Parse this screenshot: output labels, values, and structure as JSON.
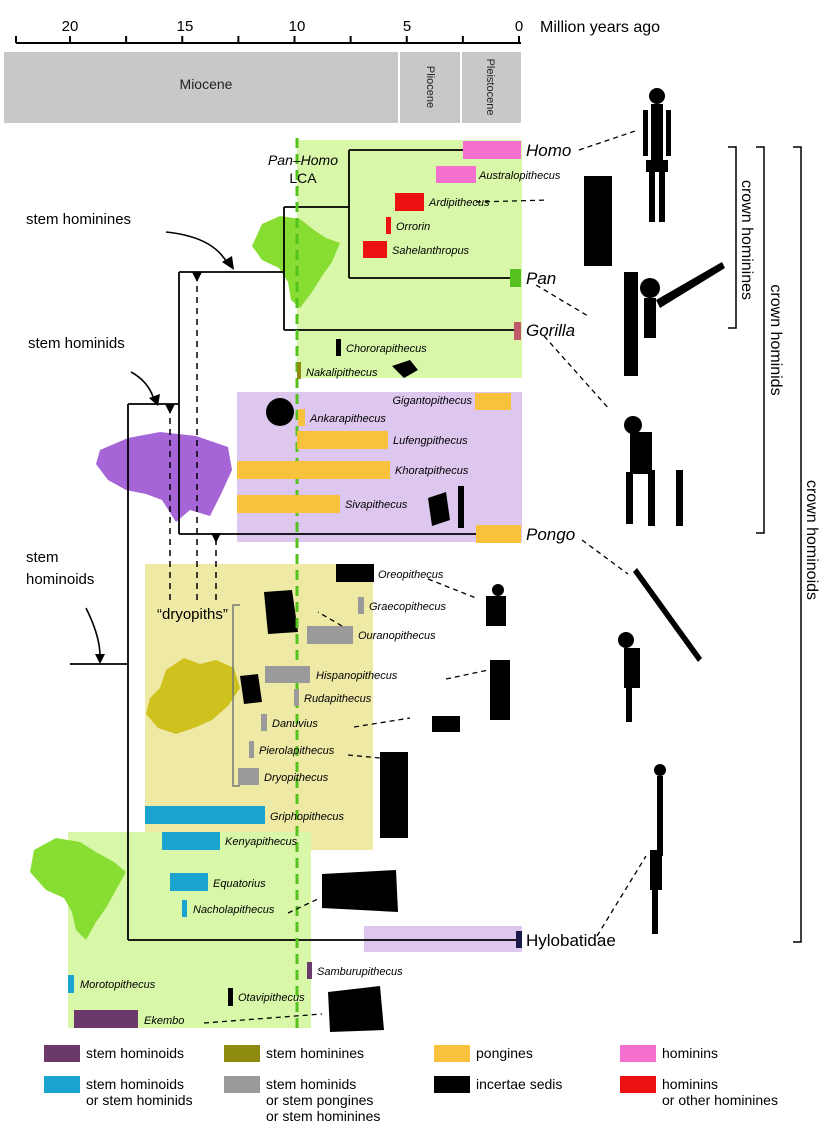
{
  "axis": {
    "title": "Million years ago",
    "ticks": [
      "20",
      "15",
      "10",
      "5",
      "0"
    ]
  },
  "epochs": {
    "miocene": "Miocene",
    "pliocene": "Pliocene",
    "pleistocene": "Pleistocene"
  },
  "annotations": {
    "lca_line1": "Pan–Homo",
    "lca_line2": "LCA",
    "stem_hominines": "stem hominines",
    "stem_hominids": "stem hominids",
    "stem_hominoids_1": "stem",
    "stem_hominoids_2": "hominoids",
    "dryopiths": "“dryopiths”"
  },
  "clades": {
    "homo": "Homo",
    "pan": "Pan",
    "gorilla": "Gorilla",
    "pongo": "Pongo",
    "hylobatidae": "Hylobatidae"
  },
  "side_labels": {
    "crown_hominines": "crown hominines",
    "crown_hominids": "crown hominids",
    "crown_hominoids": "crown hominoids"
  },
  "taxa": [
    {
      "name": "Australopithecus"
    },
    {
      "name": "Ardipithecus"
    },
    {
      "name": "Orrorin"
    },
    {
      "name": "Sahelanthropus"
    },
    {
      "name": "Chororapithecus"
    },
    {
      "name": "Nakalipithecus"
    },
    {
      "name": "Gigantopithecus"
    },
    {
      "name": "Ankarapithecus"
    },
    {
      "name": "Lufengpithecus"
    },
    {
      "name": "Khoratpithecus"
    },
    {
      "name": "Sivapithecus"
    },
    {
      "name": "Oreopithecus"
    },
    {
      "name": "Graecopithecus"
    },
    {
      "name": "Ouranopithecus"
    },
    {
      "name": "Hispanopithecus"
    },
    {
      "name": "Rudapithecus"
    },
    {
      "name": "Danuvius"
    },
    {
      "name": "Pierolapithecus"
    },
    {
      "name": "Dryopithecus"
    },
    {
      "name": "Griphopithecus"
    },
    {
      "name": "Kenyapithecus"
    },
    {
      "name": "Equatorius"
    },
    {
      "name": "Nacholapithecus"
    },
    {
      "name": "Samburupithecus"
    },
    {
      "name": "Morotopithecus"
    },
    {
      "name": "Otavipithecus"
    },
    {
      "name": "Ekembo"
    }
  ],
  "legend": [
    {
      "line1": "stem hominoids",
      "line2": "",
      "line3": "",
      "color": "#6b3a6b"
    },
    {
      "line1": "stem hominines",
      "line2": "",
      "line3": "",
      "color": "#8f8a10"
    },
    {
      "line1": "pongines",
      "line2": "",
      "line3": "",
      "color": "#f9c23c"
    },
    {
      "line1": "hominins",
      "line2": "",
      "line3": "",
      "color": "#f56fcf"
    },
    {
      "line1": "stem hominoids",
      "line2": "or stem hominids",
      "line3": "",
      "color": "#1aa3cf"
    },
    {
      "line1": "stem hominids",
      "line2": "or stem pongines",
      "line3": "or stem hominines",
      "color": "#9a9a9a"
    },
    {
      "line1": "incertae sedis",
      "line2": "",
      "line3": "",
      "color": "#000000"
    },
    {
      "line1": "hominins",
      "line2": "or other hominines",
      "line3": "",
      "color": "#ee1111"
    }
  ],
  "colors": {
    "green_region": "#d9f7a8",
    "purple_region": "#ddc7ee",
    "olive_region": "#eeeaa6",
    "lca_dash": "#55c11e",
    "epoch_gray": "#c8c8c8",
    "africa": "#88dd33",
    "asia": "#a565d6",
    "europe": "#cfc21f"
  }
}
